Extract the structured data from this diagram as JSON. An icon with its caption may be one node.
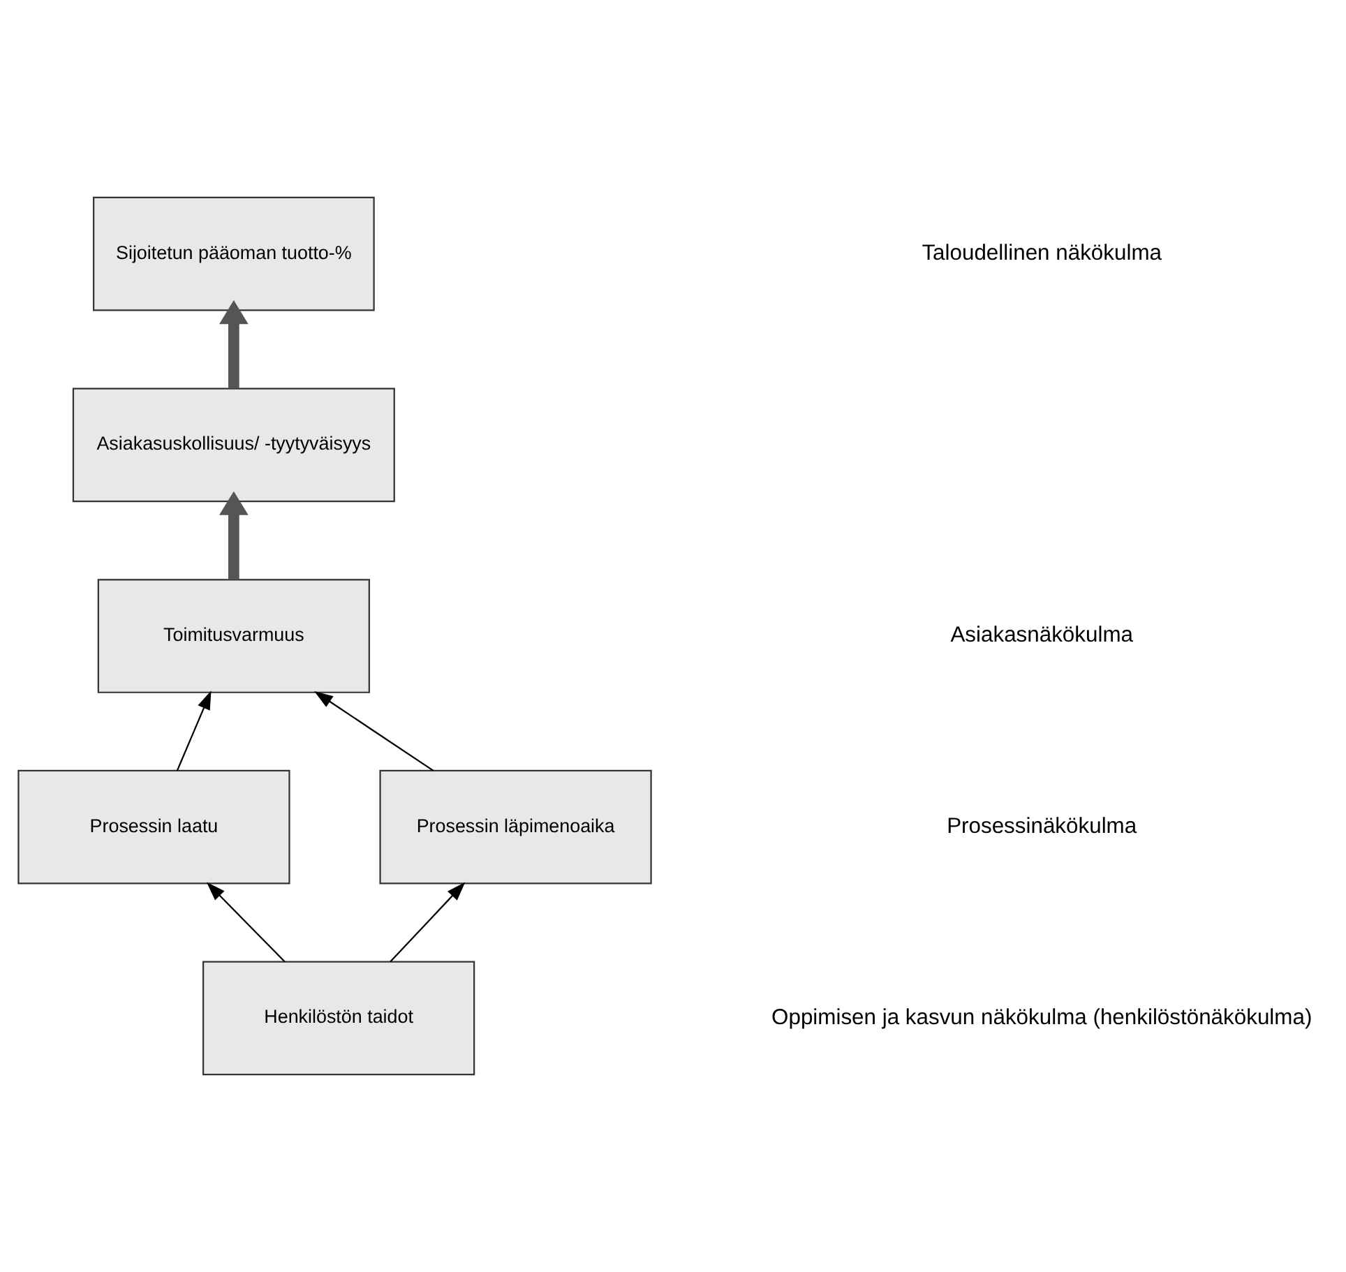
{
  "diagram": {
    "nodes": [
      {
        "text": [
          "Sijoitetun pääoman tuotto-%"
        ]
      },
      {
        "text": [
          "Asiakasuskollisuus/ -tyytyväisyys"
        ]
      },
      {
        "text": [
          "Toimitusvarmuus"
        ]
      },
      {
        "text": [
          "Prosessin laatu"
        ]
      },
      {
        "text": [
          "Prosessin läpimenoaika"
        ]
      },
      {
        "text": [
          "Henkilöstön taidot"
        ]
      }
    ],
    "edges": [
      {
        "from": 1,
        "to": 0,
        "arrow": "to",
        "style": "thick"
      },
      {
        "from": 2,
        "to": 1,
        "arrow": "to",
        "style": "thick"
      },
      {
        "from": 3,
        "to": 2,
        "arrow": "to"
      },
      {
        "from": 4,
        "to": 2,
        "arrow": "to"
      },
      {
        "from": 5,
        "to": 3,
        "arrow": "to"
      },
      {
        "from": 5,
        "to": 4,
        "arrow": "to"
      }
    ],
    "labels": [
      "Taloudellinen näkökulma",
      "Asiakasnäkökulma",
      "Prosessinäkökulma",
      "Oppimisen ja kasvun näkökulma (henkilöstönäkökulma)"
    ]
  }
}
